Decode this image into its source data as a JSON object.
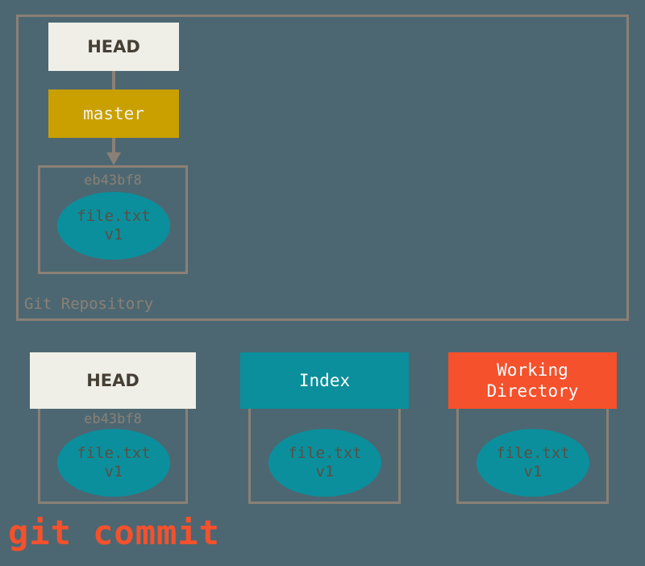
{
  "diagram": {
    "title": "git commit",
    "caption": "git commit",
    "colors": {
      "background": "#4c6772",
      "frame": "#8a8075",
      "head_box": "#efeee7",
      "master_box": "#c9a000",
      "index_box": "#0b8f9c",
      "working_directory_box": "#f4512c",
      "blob": "#0b8f9c",
      "caption_text": "#f4512c"
    },
    "repository": {
      "label": "Git Repository",
      "head": {
        "label": "HEAD"
      },
      "branch": {
        "label": "master"
      },
      "commit": {
        "hash": "eb43bf8",
        "blob": {
          "filename": "file.txt",
          "version": "v1"
        }
      }
    },
    "areas": [
      {
        "id": "head",
        "label": "HEAD",
        "hash": "eb43bf8",
        "blob": {
          "filename": "file.txt",
          "version": "v1"
        }
      },
      {
        "id": "index",
        "label": "Index",
        "hash": "",
        "blob": {
          "filename": "file.txt",
          "version": "v1"
        }
      },
      {
        "id": "working-directory",
        "label": "Working\nDirectory",
        "label_line1": "Working",
        "label_line2": "Directory",
        "hash": "",
        "blob": {
          "filename": "file.txt",
          "version": "v1"
        }
      }
    ]
  }
}
